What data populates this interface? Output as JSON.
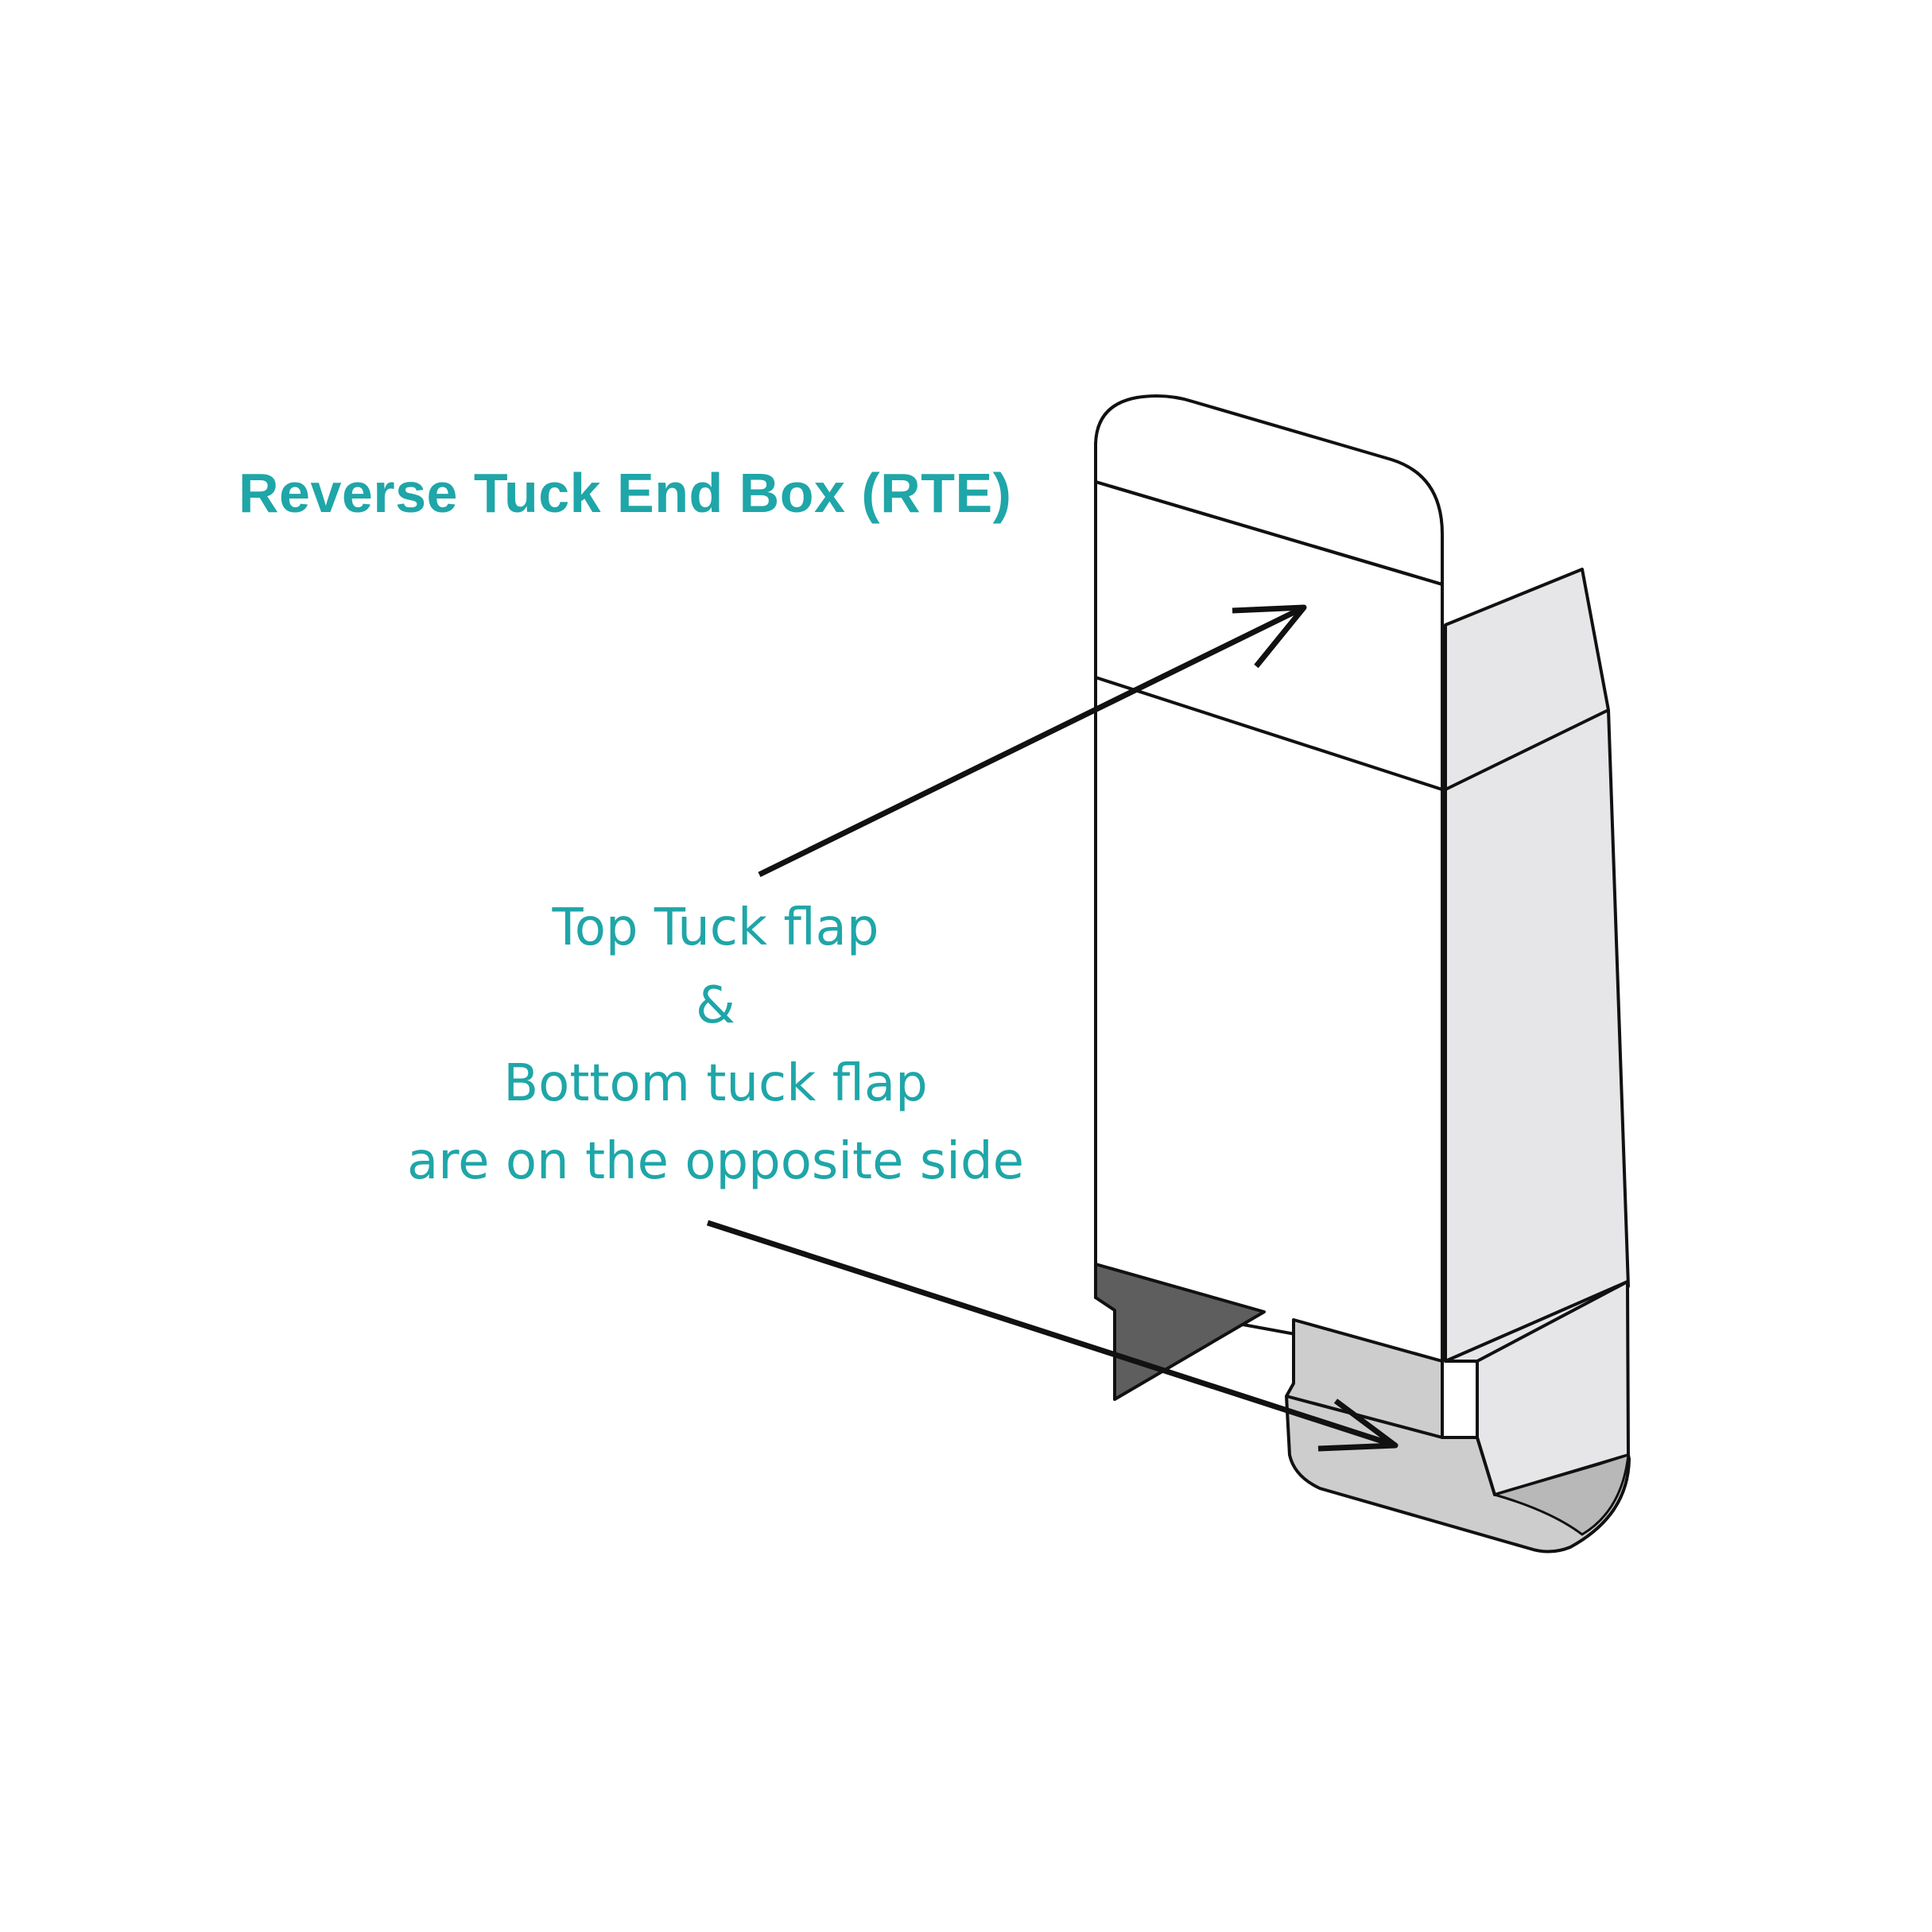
{
  "title": "Reverse Tuck End Box (RTE)",
  "caption": {
    "line1": "Top Tuck flap",
    "line2": "&",
    "line3": "Bottom tuck flap",
    "line4": "are on the opposite side"
  },
  "colors": {
    "accent": "#1fa6a8",
    "outline": "#111111",
    "side_panel": "#e6e6e8",
    "dark_flap": "#5e5e5e",
    "bottom_flap": "#cdcdcd"
  }
}
